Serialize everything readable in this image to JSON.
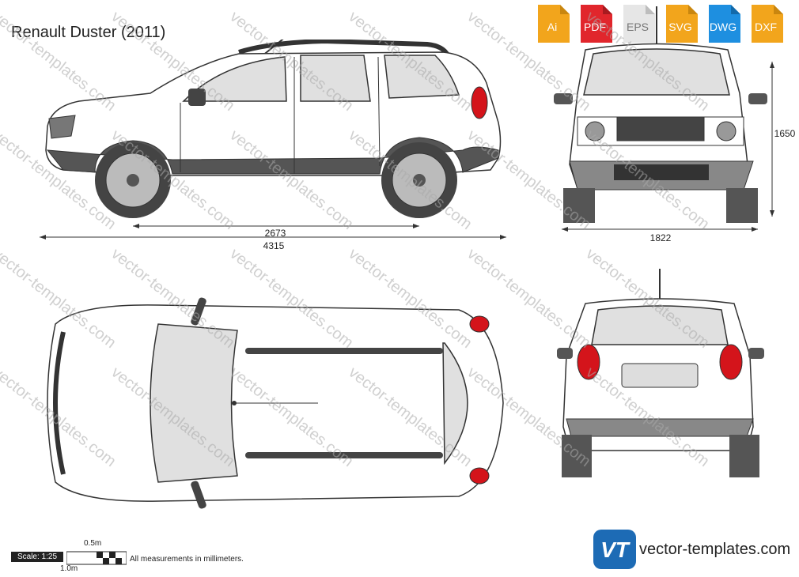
{
  "title": "Renault Duster (2011)",
  "formats": [
    {
      "label": "Ai",
      "color": "#f2a51c"
    },
    {
      "label": "PDF",
      "color": "#e1262c"
    },
    {
      "label": "EPS",
      "color": "#e6e6e6"
    },
    {
      "label": "SVG",
      "color": "#f2a51c"
    },
    {
      "label": "DWG",
      "color": "#1e8fe0"
    },
    {
      "label": "DXF",
      "color": "#f2a51c"
    }
  ],
  "dimensions": {
    "wheelbase": "2673",
    "length": "4315",
    "width": "1822",
    "height": "1650"
  },
  "scale": {
    "label": "Scale: 1:25",
    "half": "0.5m",
    "one": "1.0m"
  },
  "note": "All measurements in millimeters.",
  "brand": {
    "text": "vector-templates.com",
    "logo_letters": "VT",
    "logo_color": "#1d6bb5"
  },
  "watermark": "vector-templates.com"
}
